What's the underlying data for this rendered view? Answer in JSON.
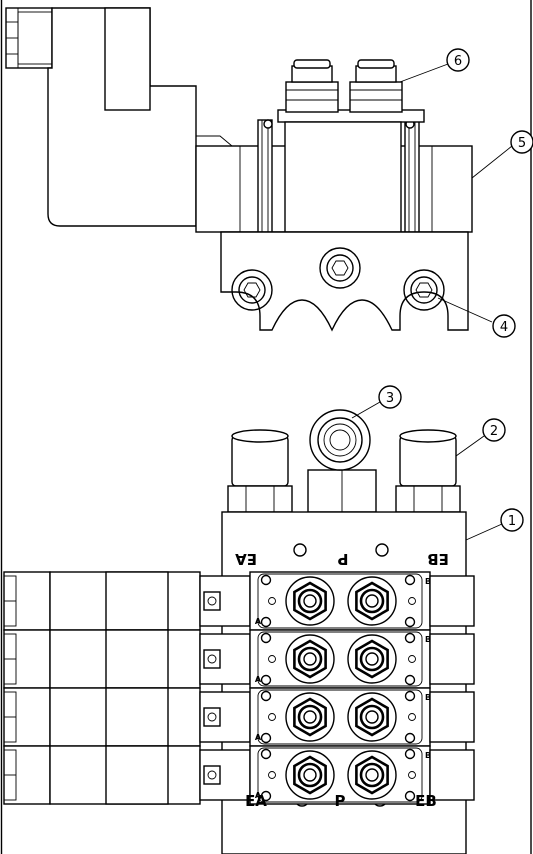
{
  "balloons": [
    {
      "id": "balloon-1",
      "label": "1"
    },
    {
      "id": "balloon-2",
      "label": "2"
    },
    {
      "id": "balloon-3",
      "label": "3"
    },
    {
      "id": "balloon-4",
      "label": "4"
    },
    {
      "id": "balloon-5",
      "label": "5"
    },
    {
      "id": "balloon-6",
      "label": "6"
    }
  ],
  "manifold_labels_flipped": {
    "ea": "EA",
    "p": "P",
    "eb": "EB"
  },
  "manifold_labels_bottom": {
    "ea": "EA",
    "p": "P",
    "eb": "EB"
  },
  "valve_port_labels": {
    "a": "A",
    "b": "B"
  },
  "valve_station_count": 4,
  "line_color": "#000000",
  "background_color": "#ffffff"
}
